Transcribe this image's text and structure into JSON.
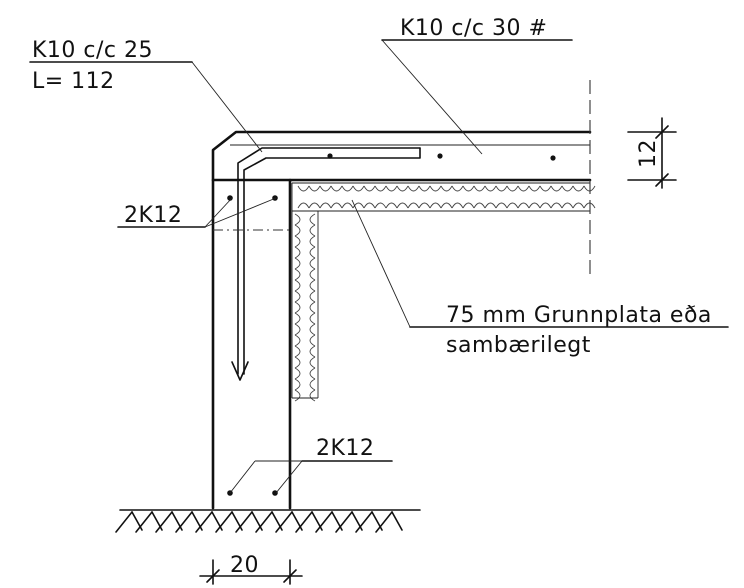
{
  "labels": {
    "top_left_line1": "K10 c/c 25",
    "top_left_line2": "L= 112",
    "top_right": "K10 c/c 30 #",
    "dim_slab": "12",
    "left_bars": "2K12",
    "bottom_bars": "2K12",
    "insulation_line1": "75 mm Grunnplata eða",
    "insulation_line2": "sambærilegt",
    "dim_wall": "20"
  },
  "colors": {
    "ink": "#111111",
    "background": "#ffffff"
  }
}
